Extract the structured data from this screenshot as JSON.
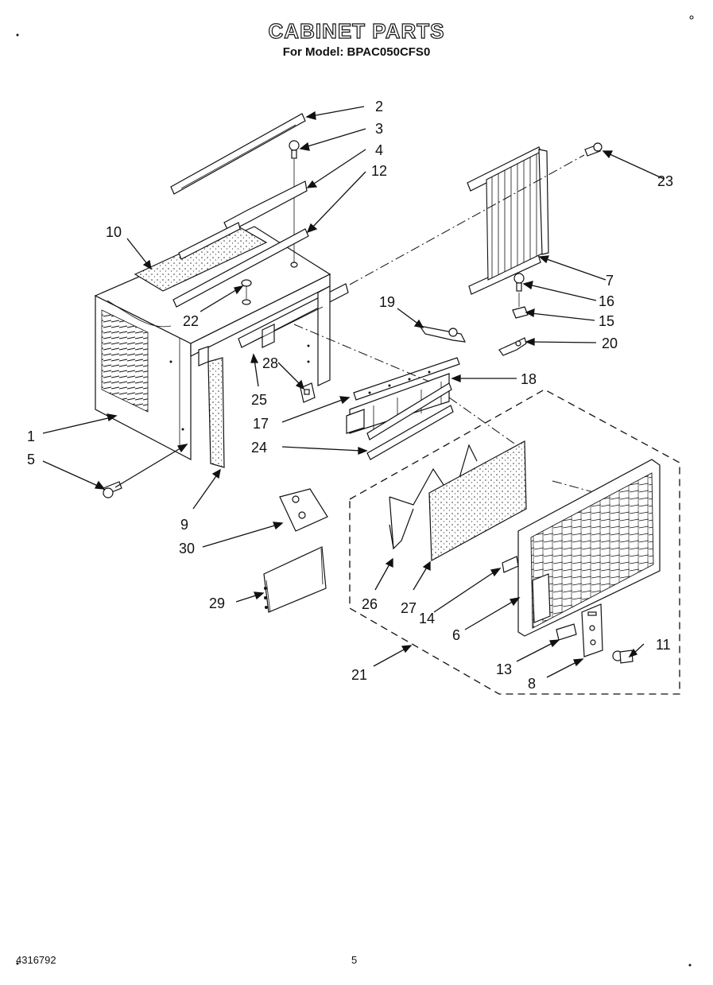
{
  "title": "CABINET PARTS",
  "subtitle": "For Model: BPAC050CFS0",
  "footer": {
    "doc_number": "4316792",
    "page_number": "5"
  },
  "callouts": [
    "1",
    "2",
    "3",
    "4",
    "5",
    "6",
    "7",
    "8",
    "9",
    "10",
    "11",
    "12",
    "13",
    "14",
    "15",
    "16",
    "17",
    "18",
    "19",
    "20",
    "21",
    "22",
    "23",
    "24",
    "25",
    "26",
    "27",
    "28",
    "29",
    "30"
  ]
}
